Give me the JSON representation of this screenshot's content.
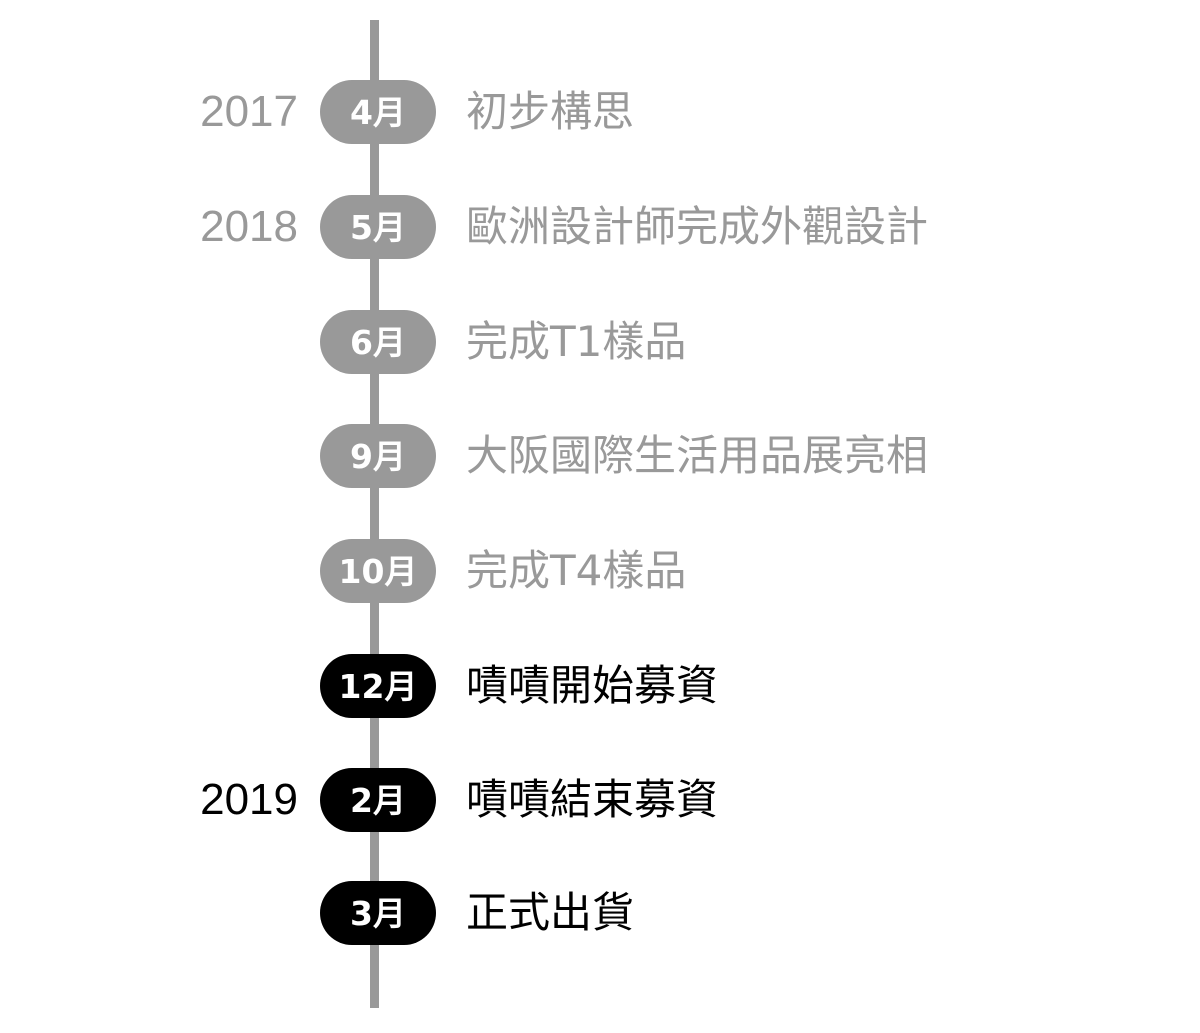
{
  "timeline": {
    "colors": {
      "past": "#999999",
      "current": "#000000",
      "line": "#999999"
    },
    "events": [
      {
        "year": "2017",
        "month": "4月",
        "text": "初步構思",
        "status": "past"
      },
      {
        "year": "2018",
        "month": "5月",
        "text": "歐洲設計師完成外觀設計",
        "status": "past"
      },
      {
        "year": "",
        "month": "6月",
        "text": "完成T1樣品",
        "status": "past"
      },
      {
        "year": "",
        "month": "9月",
        "text": "大阪國際生活用品展亮相",
        "status": "past"
      },
      {
        "year": "",
        "month": "10月",
        "text": "完成T4樣品",
        "status": "past"
      },
      {
        "year": "",
        "month": "12月",
        "text": "嘖嘖開始募資",
        "status": "current"
      },
      {
        "year": "2019",
        "month": "2月",
        "text": "嘖嘖結束募資",
        "status": "current"
      },
      {
        "year": "",
        "month": "3月",
        "text": "正式出貨",
        "status": "current"
      }
    ]
  }
}
